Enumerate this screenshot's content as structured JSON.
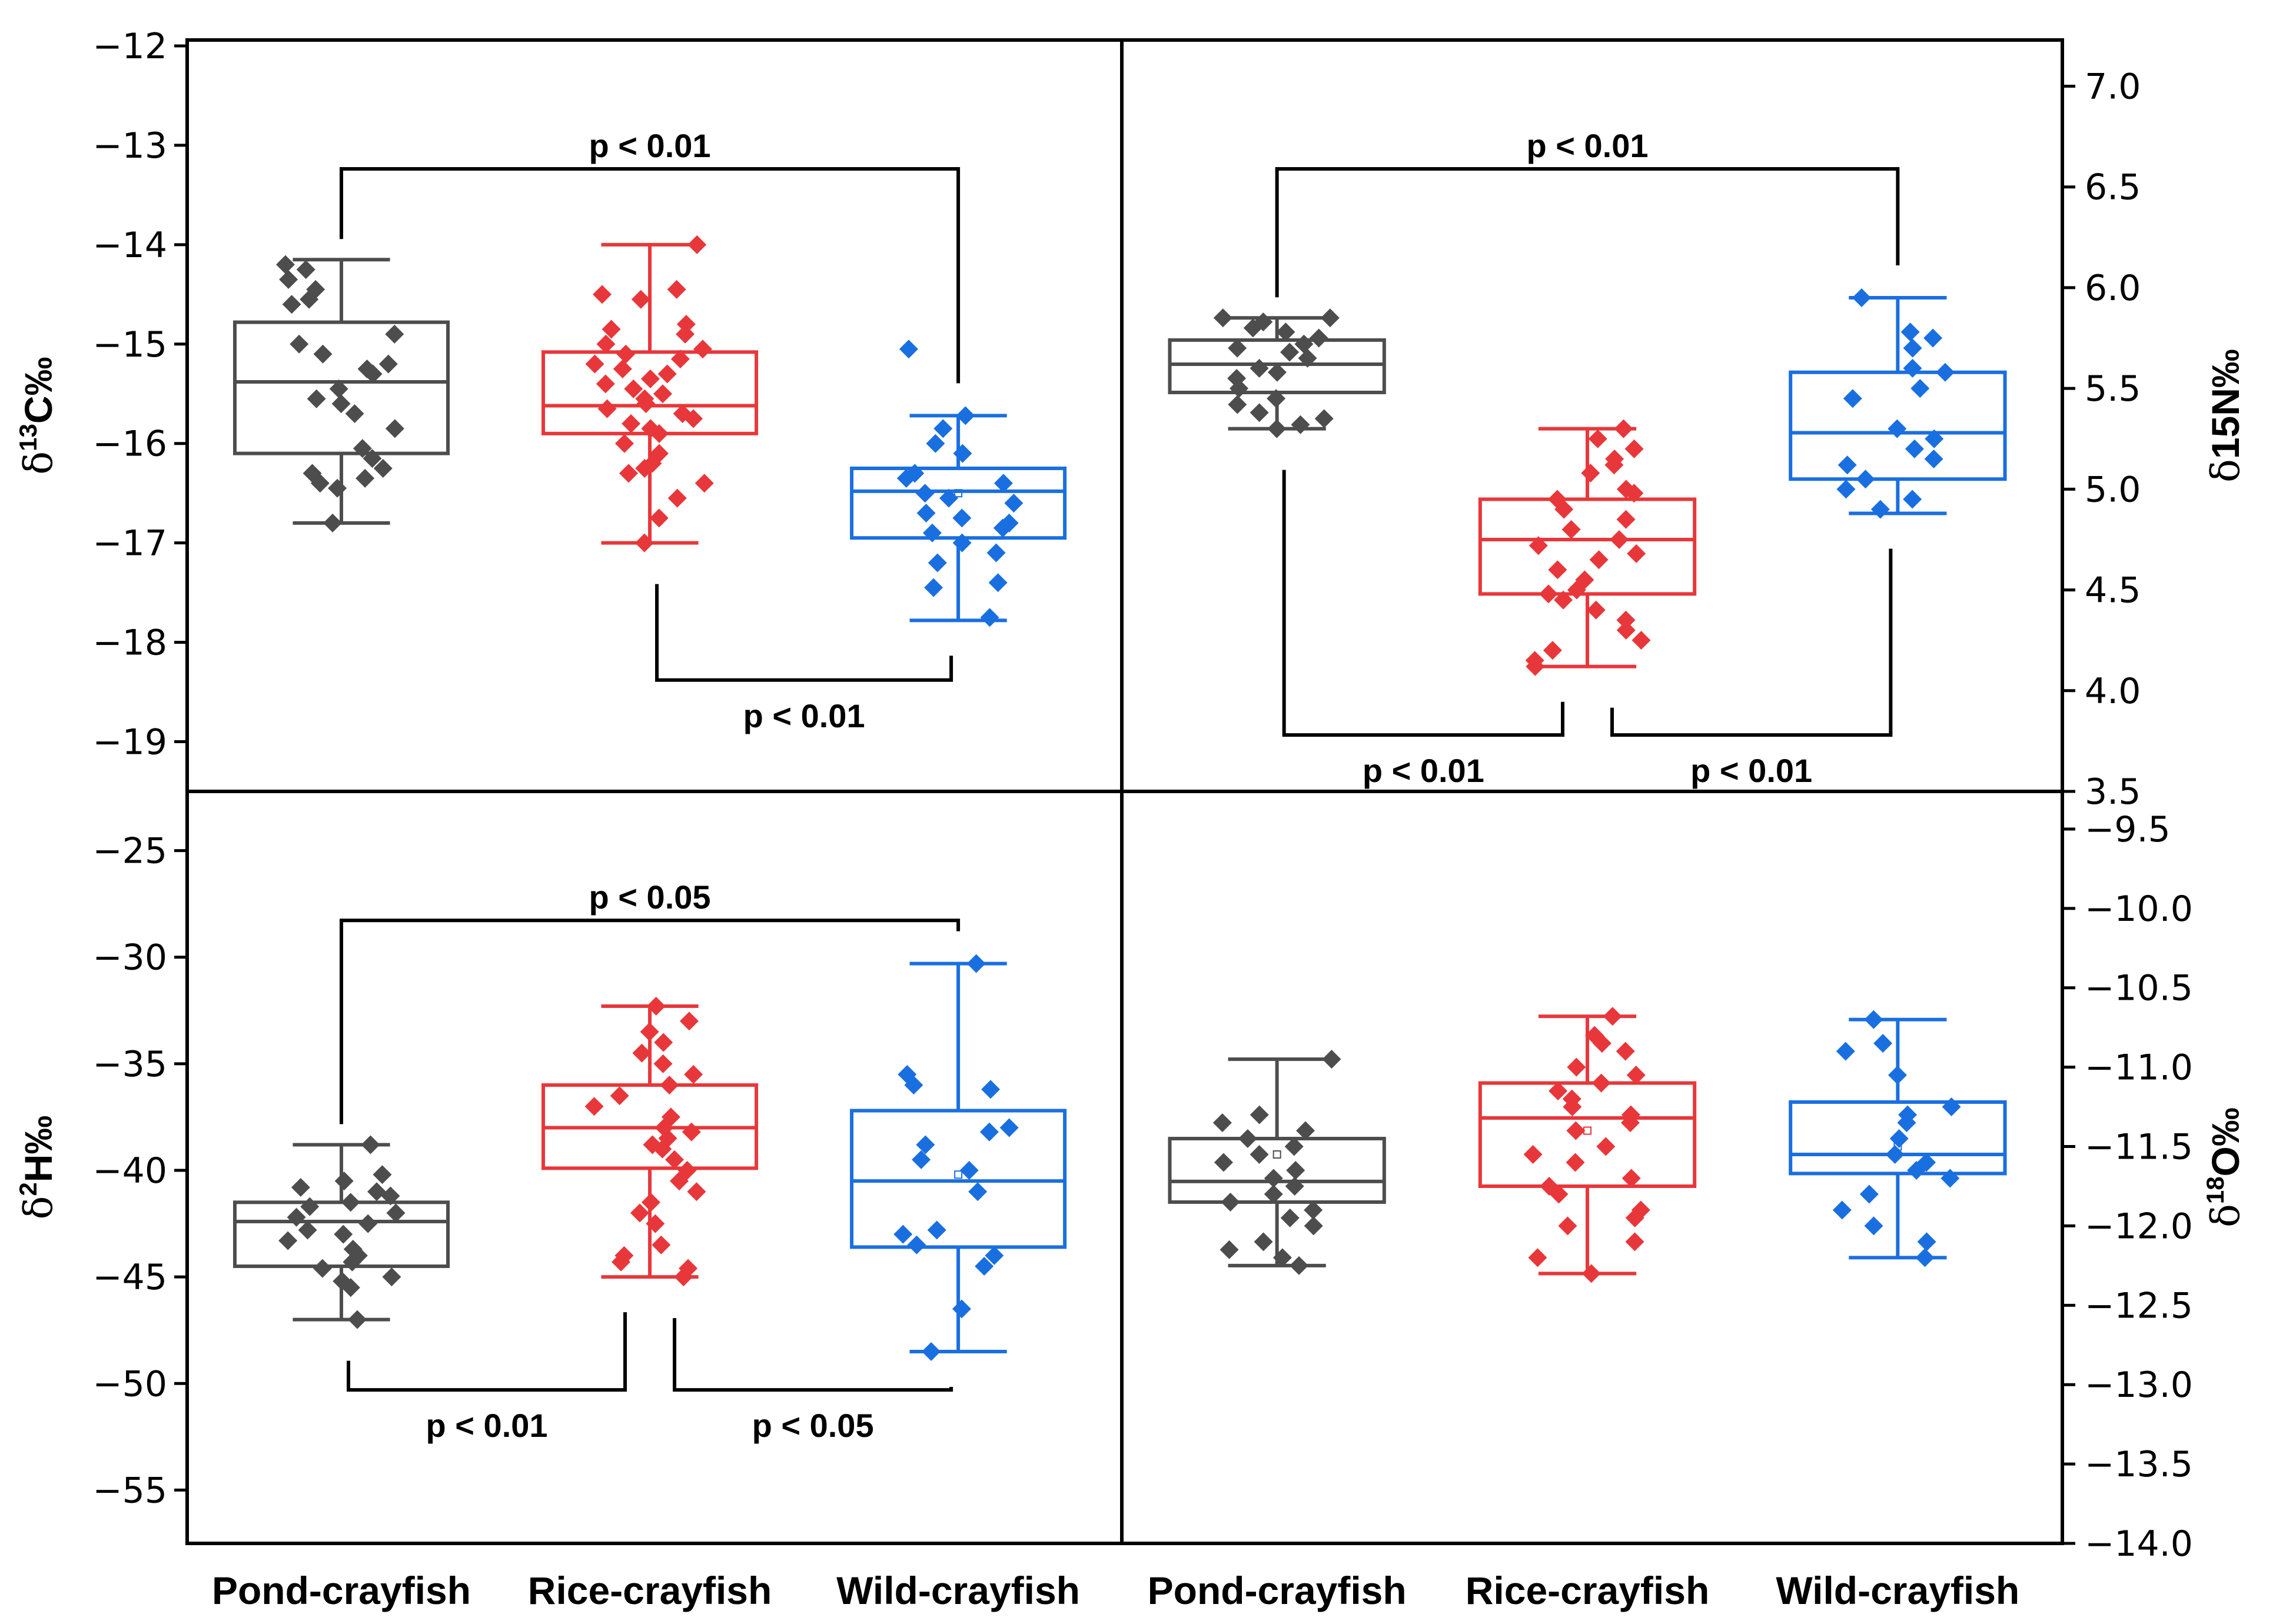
{
  "colors": {
    "pond": "#4d4d4d",
    "rice": "#e8373a",
    "wild": "#1a6fe0"
  },
  "categories": [
    "Pond-crayfish",
    "Rice-crayfish",
    "Wild-crayfish"
  ],
  "chart_data": [
    {
      "type": "box",
      "ylabel": {
        "prefix": "δ",
        "sup": "13",
        "text": "C‰"
      },
      "axis_side": "left",
      "ylim": [
        -19.5,
        -12
      ],
      "ticks": [
        -12,
        -13,
        -14,
        -15,
        -16,
        -17,
        -18,
        -19
      ],
      "tick_labels": [
        "−12",
        "−13",
        "−14",
        "−15",
        "−16",
        "−17",
        "−18",
        "−19"
      ],
      "groups": [
        {
          "name": "Pond-crayfish",
          "color": "pond",
          "min": -16.8,
          "q1": -16.1,
          "median": -15.38,
          "q3": -14.78,
          "max": -14.15,
          "points": [
            -14.2,
            -14.25,
            -14.35,
            -14.45,
            -14.55,
            -14.6,
            -14.9,
            -15.0,
            -15.1,
            -15.2,
            -15.25,
            -15.3,
            -15.45,
            -15.55,
            -15.6,
            -15.7,
            -15.85,
            -16.05,
            -16.15,
            -16.25,
            -16.3,
            -16.35,
            -16.4,
            -16.45,
            -16.8
          ]
        },
        {
          "name": "Rice-crayfish",
          "color": "rice",
          "min": -17.0,
          "q1": -15.9,
          "median": -15.62,
          "q3": -15.08,
          "max": -14.0,
          "points": [
            -14.0,
            -14.45,
            -14.5,
            -14.55,
            -14.8,
            -14.85,
            -14.9,
            -15.0,
            -15.05,
            -15.1,
            -15.15,
            -15.2,
            -15.25,
            -15.3,
            -15.35,
            -15.4,
            -15.45,
            -15.5,
            -15.55,
            -15.6,
            -15.65,
            -15.7,
            -15.75,
            -15.8,
            -15.85,
            -15.9,
            -16.0,
            -16.1,
            -16.2,
            -16.25,
            -16.3,
            -16.4,
            -16.55,
            -16.75,
            -17.0
          ]
        },
        {
          "name": "Wild-crayfish",
          "color": "wild",
          "min": -17.78,
          "q1": -16.95,
          "median": -16.48,
          "q3": -16.25,
          "max": -15.72,
          "mean": -16.5,
          "points": [
            -15.05,
            -15.72,
            -15.85,
            -16.0,
            -16.1,
            -16.3,
            -16.35,
            -16.4,
            -16.5,
            -16.55,
            -16.6,
            -16.7,
            -16.75,
            -16.8,
            -16.85,
            -16.9,
            -17.0,
            -17.1,
            -17.2,
            -17.4,
            -17.45,
            -17.75
          ]
        }
      ],
      "brackets": [
        {
          "label": "p < 0.01",
          "from": "Pond-crayfish",
          "to": "Wild-crayfish",
          "position": "top"
        },
        {
          "label": "p < 0.01",
          "from": "Rice-crayfish",
          "to": "Wild-crayfish",
          "position": "bottom"
        }
      ]
    },
    {
      "type": "box",
      "ylabel": {
        "prefix": "δ",
        "sup": "",
        "text": "15N‰"
      },
      "axis_side": "right",
      "ylim": [
        3.5,
        7.2
      ],
      "ticks": [
        7.0,
        6.5,
        6.0,
        5.5,
        5.0,
        4.5,
        4.0,
        3.5
      ],
      "tick_labels": [
        "7.0",
        "6.5",
        "6.0",
        "5.5",
        "5.0",
        "4.5",
        "4.0",
        "3.5"
      ],
      "groups": [
        {
          "name": "Pond-crayfish",
          "color": "pond",
          "min": 5.3,
          "q1": 5.48,
          "median": 5.62,
          "q3": 5.74,
          "max": 5.85,
          "points": [
            5.85,
            5.85,
            5.83,
            5.8,
            5.78,
            5.75,
            5.72,
            5.7,
            5.68,
            5.65,
            5.6,
            5.58,
            5.55,
            5.5,
            5.45,
            5.42,
            5.38,
            5.35,
            5.32,
            5.3
          ]
        },
        {
          "name": "Rice-crayfish",
          "color": "rice",
          "min": 4.12,
          "q1": 4.48,
          "median": 4.75,
          "q3": 4.95,
          "max": 5.3,
          "points": [
            5.3,
            5.25,
            5.2,
            5.15,
            5.12,
            5.08,
            5.0,
            4.98,
            4.95,
            4.9,
            4.85,
            4.8,
            4.75,
            4.72,
            4.68,
            4.65,
            4.6,
            4.55,
            4.5,
            4.48,
            4.45,
            4.4,
            4.35,
            4.3,
            4.25,
            4.2,
            4.15,
            4.12
          ]
        },
        {
          "name": "Wild-crayfish",
          "color": "wild",
          "min": 4.88,
          "q1": 5.05,
          "median": 5.28,
          "q3": 5.58,
          "max": 5.95,
          "points": [
            5.95,
            5.78,
            5.75,
            5.7,
            5.6,
            5.58,
            5.5,
            5.45,
            5.3,
            5.25,
            5.2,
            5.15,
            5.12,
            5.05,
            5.0,
            4.95,
            4.9
          ]
        }
      ],
      "brackets": [
        {
          "label": "p < 0.01",
          "from": "Pond-crayfish",
          "to": "Wild-crayfish",
          "position": "top"
        },
        {
          "label": "p < 0.01",
          "from": "Pond-crayfish",
          "to": "Rice-crayfish",
          "position": "bottom"
        },
        {
          "label": "p < 0.01",
          "from": "Rice-crayfish",
          "to": "Wild-crayfish",
          "position": "bottom"
        }
      ]
    },
    {
      "type": "box",
      "ylabel": {
        "prefix": "δ",
        "sup": "2",
        "text": "H‰"
      },
      "axis_side": "left",
      "ylim": [
        -57.5,
        -22.5
      ],
      "ticks": [
        -25,
        -30,
        -35,
        -40,
        -45,
        -50,
        -55
      ],
      "tick_labels": [
        "−25",
        "−30",
        "−35",
        "−40",
        "−45",
        "−50",
        "−55"
      ],
      "groups": [
        {
          "name": "Pond-crayfish",
          "color": "pond",
          "min": -47.0,
          "q1": -44.5,
          "median": -42.4,
          "q3": -41.5,
          "max": -38.8,
          "points": [
            -38.8,
            -40.2,
            -40.5,
            -40.8,
            -41.0,
            -41.2,
            -41.5,
            -41.7,
            -42.0,
            -42.2,
            -42.5,
            -42.8,
            -43.0,
            -43.3,
            -43.7,
            -44.0,
            -44.3,
            -44.6,
            -45.0,
            -45.2,
            -45.5,
            -47.0
          ]
        },
        {
          "name": "Rice-crayfish",
          "color": "rice",
          "min": -45.0,
          "q1": -39.9,
          "median": -38.0,
          "q3": -36.0,
          "max": -32.3,
          "points": [
            -32.3,
            -33.0,
            -33.5,
            -34.0,
            -34.5,
            -35.0,
            -35.5,
            -36.0,
            -36.5,
            -37.0,
            -37.5,
            -38.0,
            -38.2,
            -38.5,
            -38.8,
            -39.0,
            -39.5,
            -40.0,
            -40.5,
            -41.0,
            -41.5,
            -42.0,
            -42.5,
            -43.5,
            -44.0,
            -44.3,
            -44.6,
            -45.0
          ]
        },
        {
          "name": "Wild-crayfish",
          "color": "wild",
          "min": -48.5,
          "q1": -43.6,
          "median": -40.5,
          "q3": -37.2,
          "max": -30.3,
          "mean": -40.2,
          "points": [
            -30.3,
            -35.5,
            -36.0,
            -36.2,
            -38.0,
            -38.2,
            -38.8,
            -39.5,
            -40.0,
            -41.0,
            -42.8,
            -43.0,
            -43.5,
            -44.0,
            -44.5,
            -46.5,
            -48.5
          ]
        }
      ],
      "brackets": [
        {
          "label": "p < 0.05",
          "from": "Pond-crayfish",
          "to": "Wild-crayfish",
          "position": "top"
        },
        {
          "label": "p < 0.01",
          "from": "Pond-crayfish",
          "to": "Rice-crayfish",
          "position": "bottom"
        },
        {
          "label": "p < 0.05",
          "from": "Rice-crayfish",
          "to": "Wild-crayfish",
          "position": "bottom"
        }
      ]
    },
    {
      "type": "box",
      "ylabel": {
        "prefix": "δ",
        "sup": "18",
        "text": "O‰"
      },
      "axis_side": "right",
      "ylim": [
        -14.0,
        -9.3
      ],
      "ticks": [
        -9.5,
        -10.0,
        -10.5,
        -11.0,
        -11.5,
        -12.0,
        -12.5,
        -13.0,
        -13.5,
        -14.0
      ],
      "tick_labels": [
        "−9.5",
        "−10.0",
        "−10.5",
        "−11.0",
        "−11.5",
        "−12.0",
        "−12.5",
        "−13.0",
        "−13.5",
        "−14.0"
      ],
      "groups": [
        {
          "name": "Pond-crayfish",
          "color": "pond",
          "min": -12.25,
          "q1": -11.85,
          "median": -11.72,
          "q3": -11.45,
          "max": -10.95,
          "mean": -11.55,
          "points": [
            -10.95,
            -11.3,
            -11.35,
            -11.4,
            -11.45,
            -11.5,
            -11.55,
            -11.6,
            -11.65,
            -11.7,
            -11.75,
            -11.8,
            -11.85,
            -11.9,
            -11.95,
            -12.0,
            -12.1,
            -12.15,
            -12.2,
            -12.25
          ]
        },
        {
          "name": "Rice-crayfish",
          "color": "rice",
          "min": -12.3,
          "q1": -11.75,
          "median": -11.32,
          "q3": -11.1,
          "max": -10.68,
          "mean": -11.4,
          "points": [
            -10.68,
            -10.8,
            -10.85,
            -10.9,
            -11.0,
            -11.05,
            -11.1,
            -11.15,
            -11.2,
            -11.25,
            -11.3,
            -11.35,
            -11.4,
            -11.5,
            -11.55,
            -11.6,
            -11.7,
            -11.75,
            -11.8,
            -11.9,
            -11.95,
            -12.0,
            -12.1,
            -12.2,
            -12.3
          ]
        },
        {
          "name": "Wild-crayfish",
          "color": "wild",
          "min": -12.2,
          "q1": -11.67,
          "median": -11.55,
          "q3": -11.22,
          "max": -10.7,
          "mean": -11.5,
          "points": [
            -10.7,
            -10.85,
            -10.9,
            -11.05,
            -11.25,
            -11.3,
            -11.35,
            -11.45,
            -11.55,
            -11.6,
            -11.65,
            -11.7,
            -11.8,
            -11.9,
            -12.0,
            -12.1,
            -12.2
          ]
        }
      ],
      "brackets": []
    }
  ]
}
